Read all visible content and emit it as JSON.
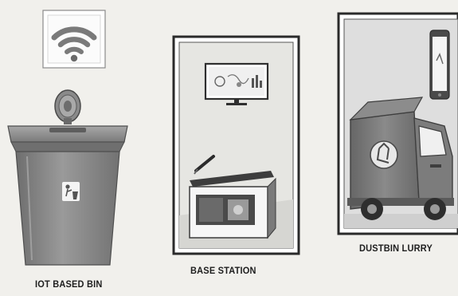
{
  "captions": {
    "bin": "IOT BASED BIN",
    "base_station": "BASE STATION",
    "dustbin_lorry": "DUSTBIN LURRY"
  },
  "colors": {
    "background": "#f1f0ec",
    "panel_border": "#2a2a2a",
    "bin_body": "#8d8d8d",
    "truck_body": "#777777",
    "room_wall": "#e6e6e2"
  },
  "icons": {
    "wifi": "wifi-icon",
    "monitor": "monitor-icon",
    "phone": "smartphone-icon",
    "recycle": "recycle-icon",
    "sensor": "sensor-icon"
  }
}
